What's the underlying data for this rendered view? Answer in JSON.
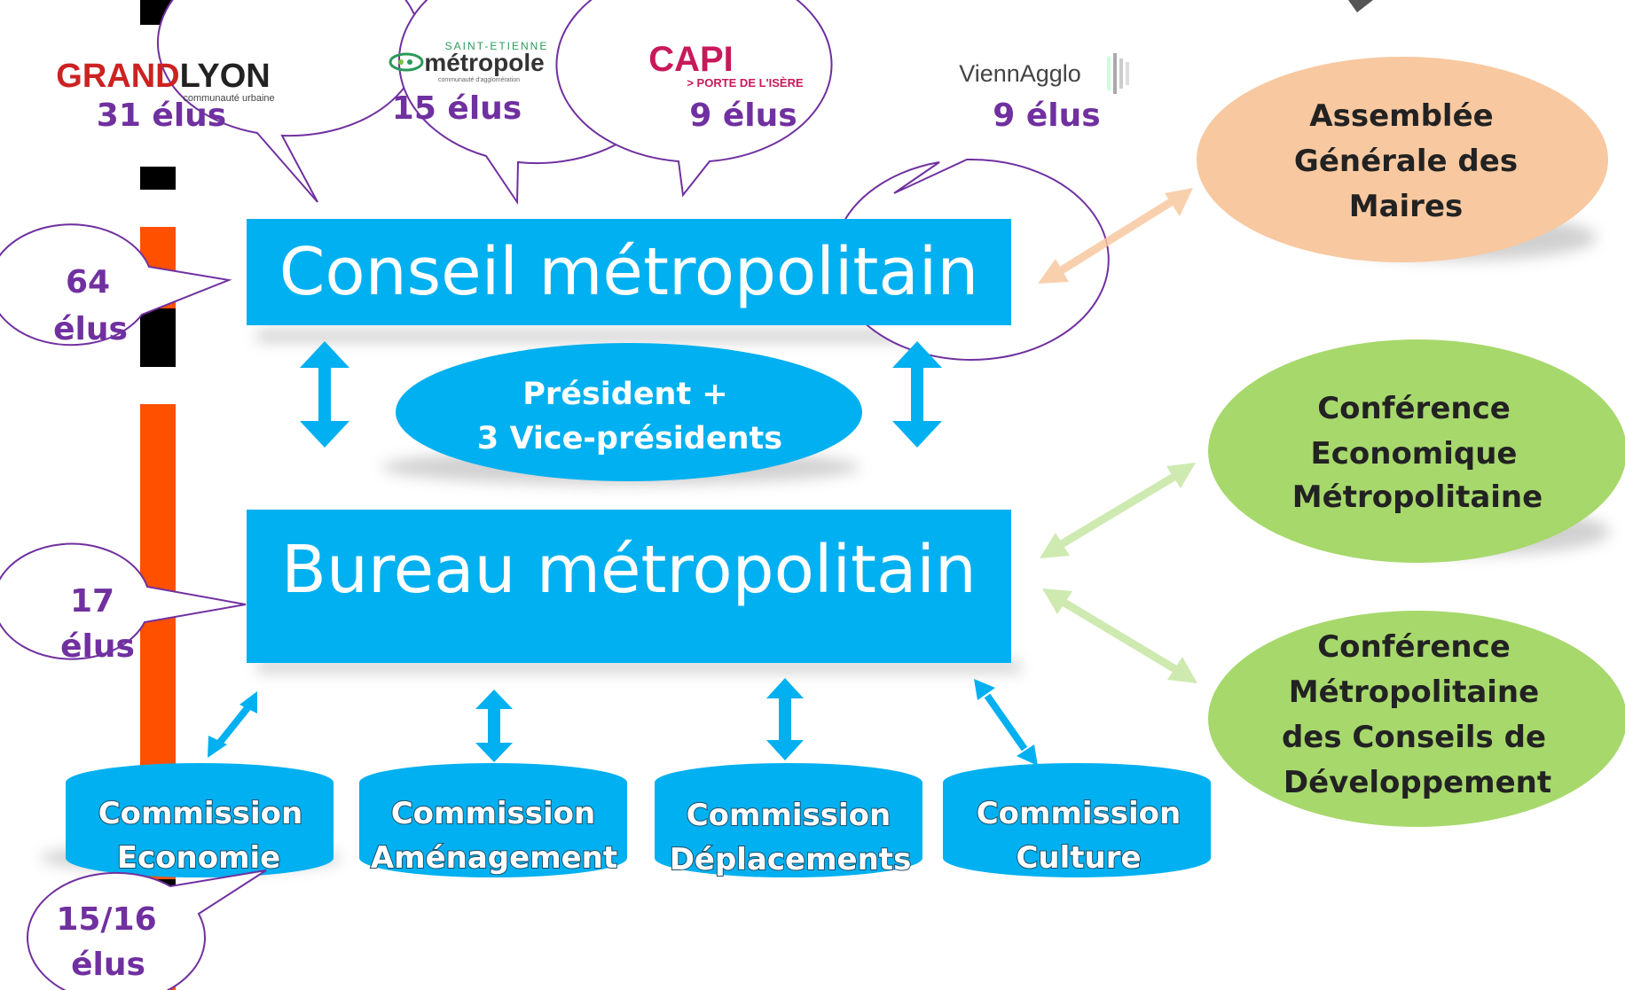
{
  "bubbles": [
    {
      "logo": "GRANDLYON",
      "logo_sub": "communauté urbaine",
      "count": "31 élus"
    },
    {
      "logo": "métropole",
      "logo_top": "SAINT-ETIENNE",
      "logo_sub": "communauté d'agglomération",
      "count": "15 élus"
    },
    {
      "logo": "CAPI",
      "logo_sub": "> PORTE DE L'ISÈRE",
      "count": "9 élus"
    },
    {
      "logo": "ViennAgglo",
      "count": "9 élus"
    }
  ],
  "conseil": {
    "title": "Conseil métropolitain",
    "count_line1": "64",
    "count_line2": "élus"
  },
  "president": {
    "line1": "Président +",
    "line2": "3 Vice-présidents"
  },
  "bureau": {
    "title": "Bureau métropolitain",
    "count_line1": "17",
    "count_line2": "élus"
  },
  "commissions": [
    {
      "line1": "Commission",
      "line2": "Economie"
    },
    {
      "line1": "Commission",
      "line2": "Aménagement"
    },
    {
      "line1": "Commission",
      "line2": "Déplacements"
    },
    {
      "line1": "Commission",
      "line2": "Culture"
    }
  ],
  "commission_count": {
    "line1": "15/16",
    "line2": "élus"
  },
  "assemblee": {
    "lines": [
      "Assemblée",
      "Générale des",
      "Maires"
    ]
  },
  "conf_eco": {
    "lines": [
      "Conférence",
      "Economique",
      "Métropolitaine"
    ]
  },
  "conf_dev": {
    "lines": [
      "Conférence",
      "Métropolitaine",
      "des Conseils de",
      "Développement"
    ]
  },
  "colors": {
    "box": "#00b0f0",
    "bubble_border": "#7030a0",
    "bubble_text": "#7030a0",
    "assemblee": "#f8c8a0",
    "conf_green": "#a7d86c",
    "timeline_orange": "#ff5000",
    "timeline_black": "#000000"
  }
}
